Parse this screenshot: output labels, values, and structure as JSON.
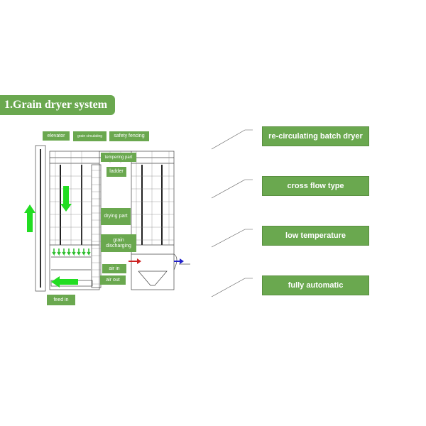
{
  "title": "1.Grain dryer system",
  "diagram_labels": {
    "elevator": "elevator",
    "grain_circulating": "grain circulating",
    "safety_fencing": "safety fencing",
    "tempering_part": "tempering part",
    "ladder": "ladder",
    "drying_part": "drying part",
    "grain_discharging": "grain discharging",
    "air_in": "air in",
    "air_out": "air out",
    "feed_in": "feed in"
  },
  "features": [
    "re-circulating batch dryer",
    "cross flow type",
    "low temperature",
    "fully automatic"
  ],
  "colors": {
    "accent": "#6aa84f",
    "arrow_green": "#22dd22",
    "air_in": "#cc2222",
    "air_out": "#2222cc"
  }
}
